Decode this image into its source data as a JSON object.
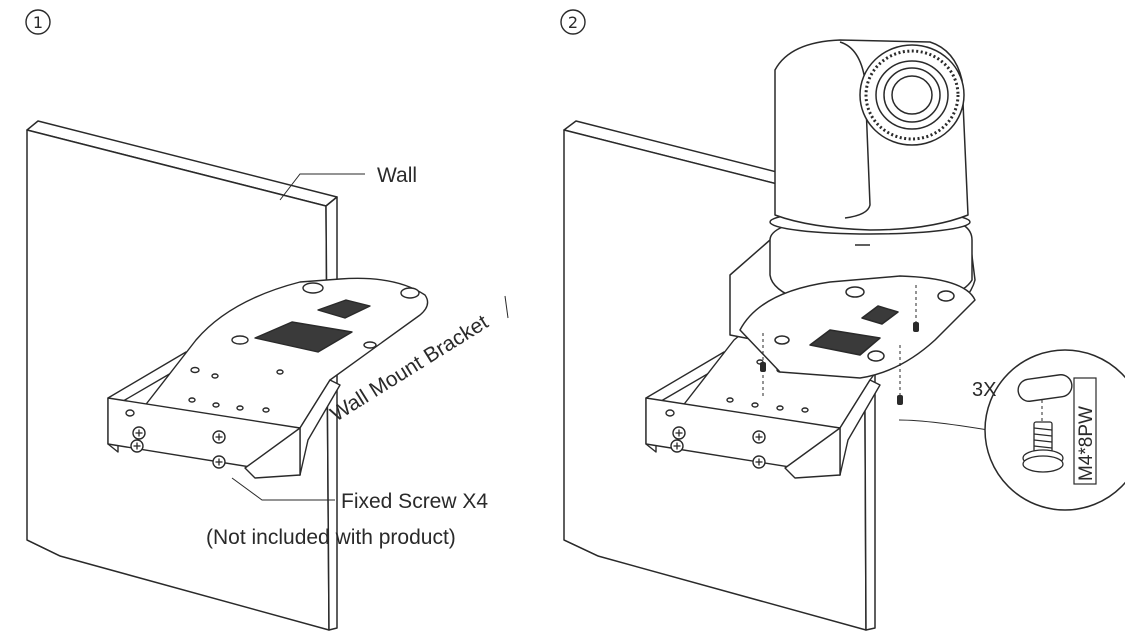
{
  "steps": [
    {
      "number": "1"
    },
    {
      "number": "2"
    }
  ],
  "labels": {
    "wall": "Wall",
    "bracket": "Wall Mount Bracket",
    "fixed_screw": "Fixed Screw X4",
    "not_included": "(Not included with product)",
    "quantity": "3X",
    "screw_spec": "M4*8PW"
  },
  "colors": {
    "line": "#2a2a2a",
    "fill": "#ffffff",
    "dark_fill": "#3a3a3a"
  }
}
